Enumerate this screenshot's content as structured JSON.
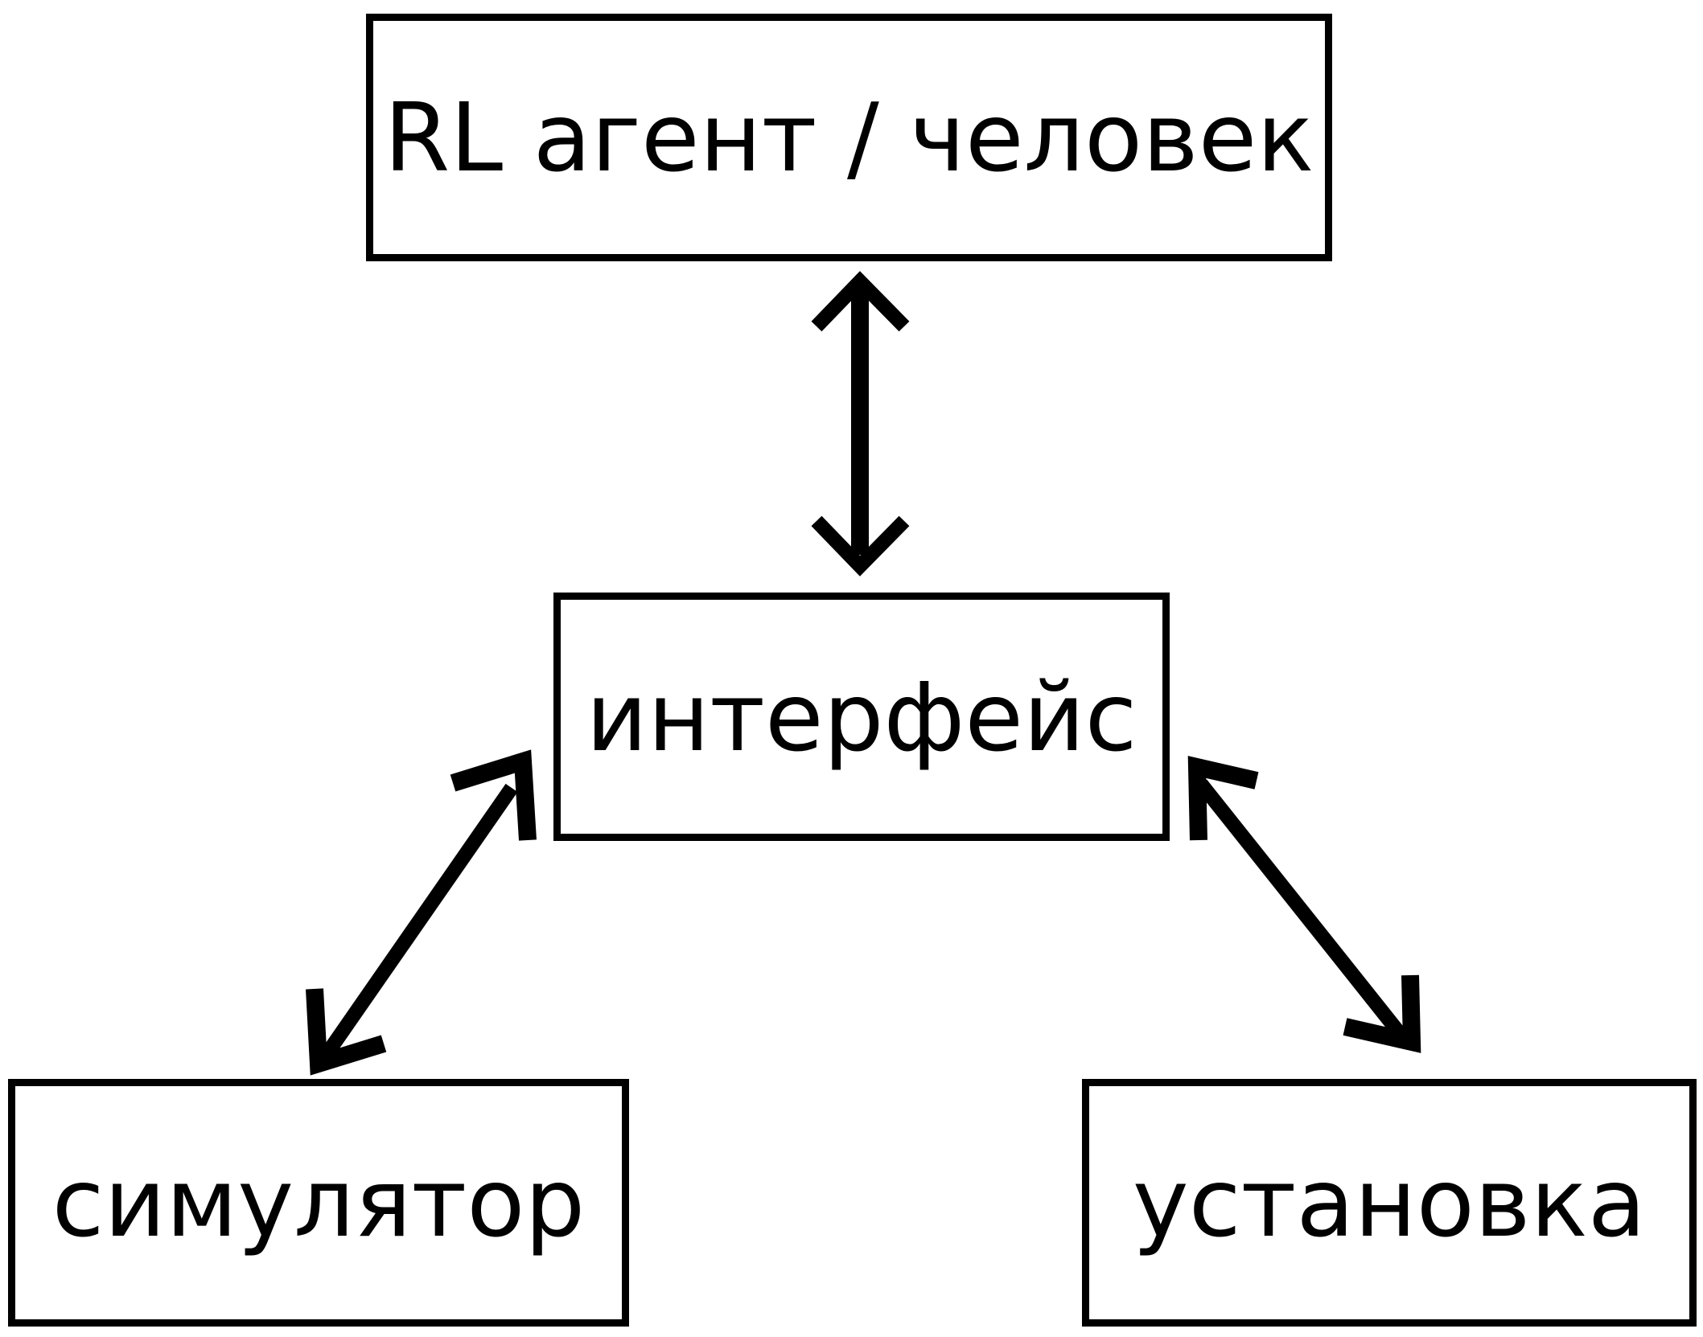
{
  "diagram": {
    "nodes": {
      "agent": {
        "label": "RL агент / человек"
      },
      "interface": {
        "label": "интерфейс"
      },
      "simulator": {
        "label": "симулятор"
      },
      "setup": {
        "label": "установка"
      }
    },
    "edges": [
      {
        "from": "agent",
        "to": "interface",
        "type": "bidirectional"
      },
      {
        "from": "interface",
        "to": "simulator",
        "type": "bidirectional"
      },
      {
        "from": "interface",
        "to": "setup",
        "type": "bidirectional"
      }
    ],
    "colors": {
      "stroke": "#000000",
      "background": "#ffffff"
    }
  }
}
